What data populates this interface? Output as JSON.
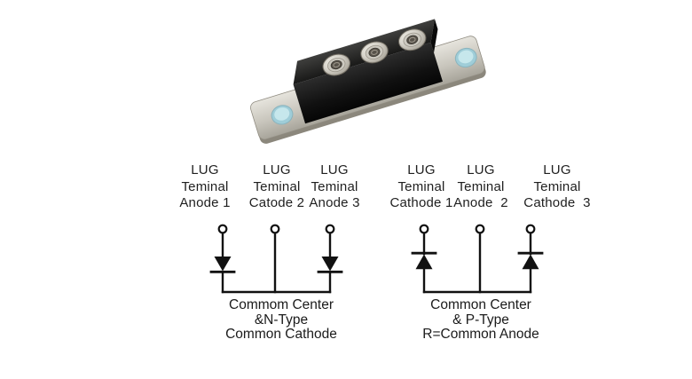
{
  "colors": {
    "background": "#ffffff",
    "text": "#1f1f1f",
    "line": "#111111",
    "module_body": "#161616",
    "mounting_plate": "#c8c5bc",
    "mounting_hole": "#b2dbe2",
    "terminal_metal": "#d8d5cc"
  },
  "product_photo": {
    "description": "black three-terminal diode module on silver mounting plate",
    "terminal_count": 3
  },
  "diagrams": {
    "left": {
      "type": "common-cathode",
      "diode_direction": "down",
      "terminals": [
        {
          "lines": [
            "LUG",
            "Teminal",
            "Anode 1"
          ]
        },
        {
          "lines": [
            "LUG",
            "Teminal",
            "Catode 2"
          ]
        },
        {
          "lines": [
            "LUG",
            "Teminal",
            "Anode 3"
          ]
        }
      ],
      "caption": [
        "Commom Center",
        "&N-Type",
        "Common Cathode"
      ]
    },
    "right": {
      "type": "common-anode",
      "diode_direction": "up",
      "terminals": [
        {
          "lines": [
            "LUG",
            "Teminal",
            "Cathode 1"
          ]
        },
        {
          "lines": [
            "LUG",
            "Teminal",
            "Anode  2"
          ]
        },
        {
          "lines": [
            "LUG",
            "Teminal",
            "Cathode  3"
          ]
        }
      ],
      "caption": [
        "Common Center",
        "& P-Type",
        "R=Common Anode"
      ]
    }
  }
}
